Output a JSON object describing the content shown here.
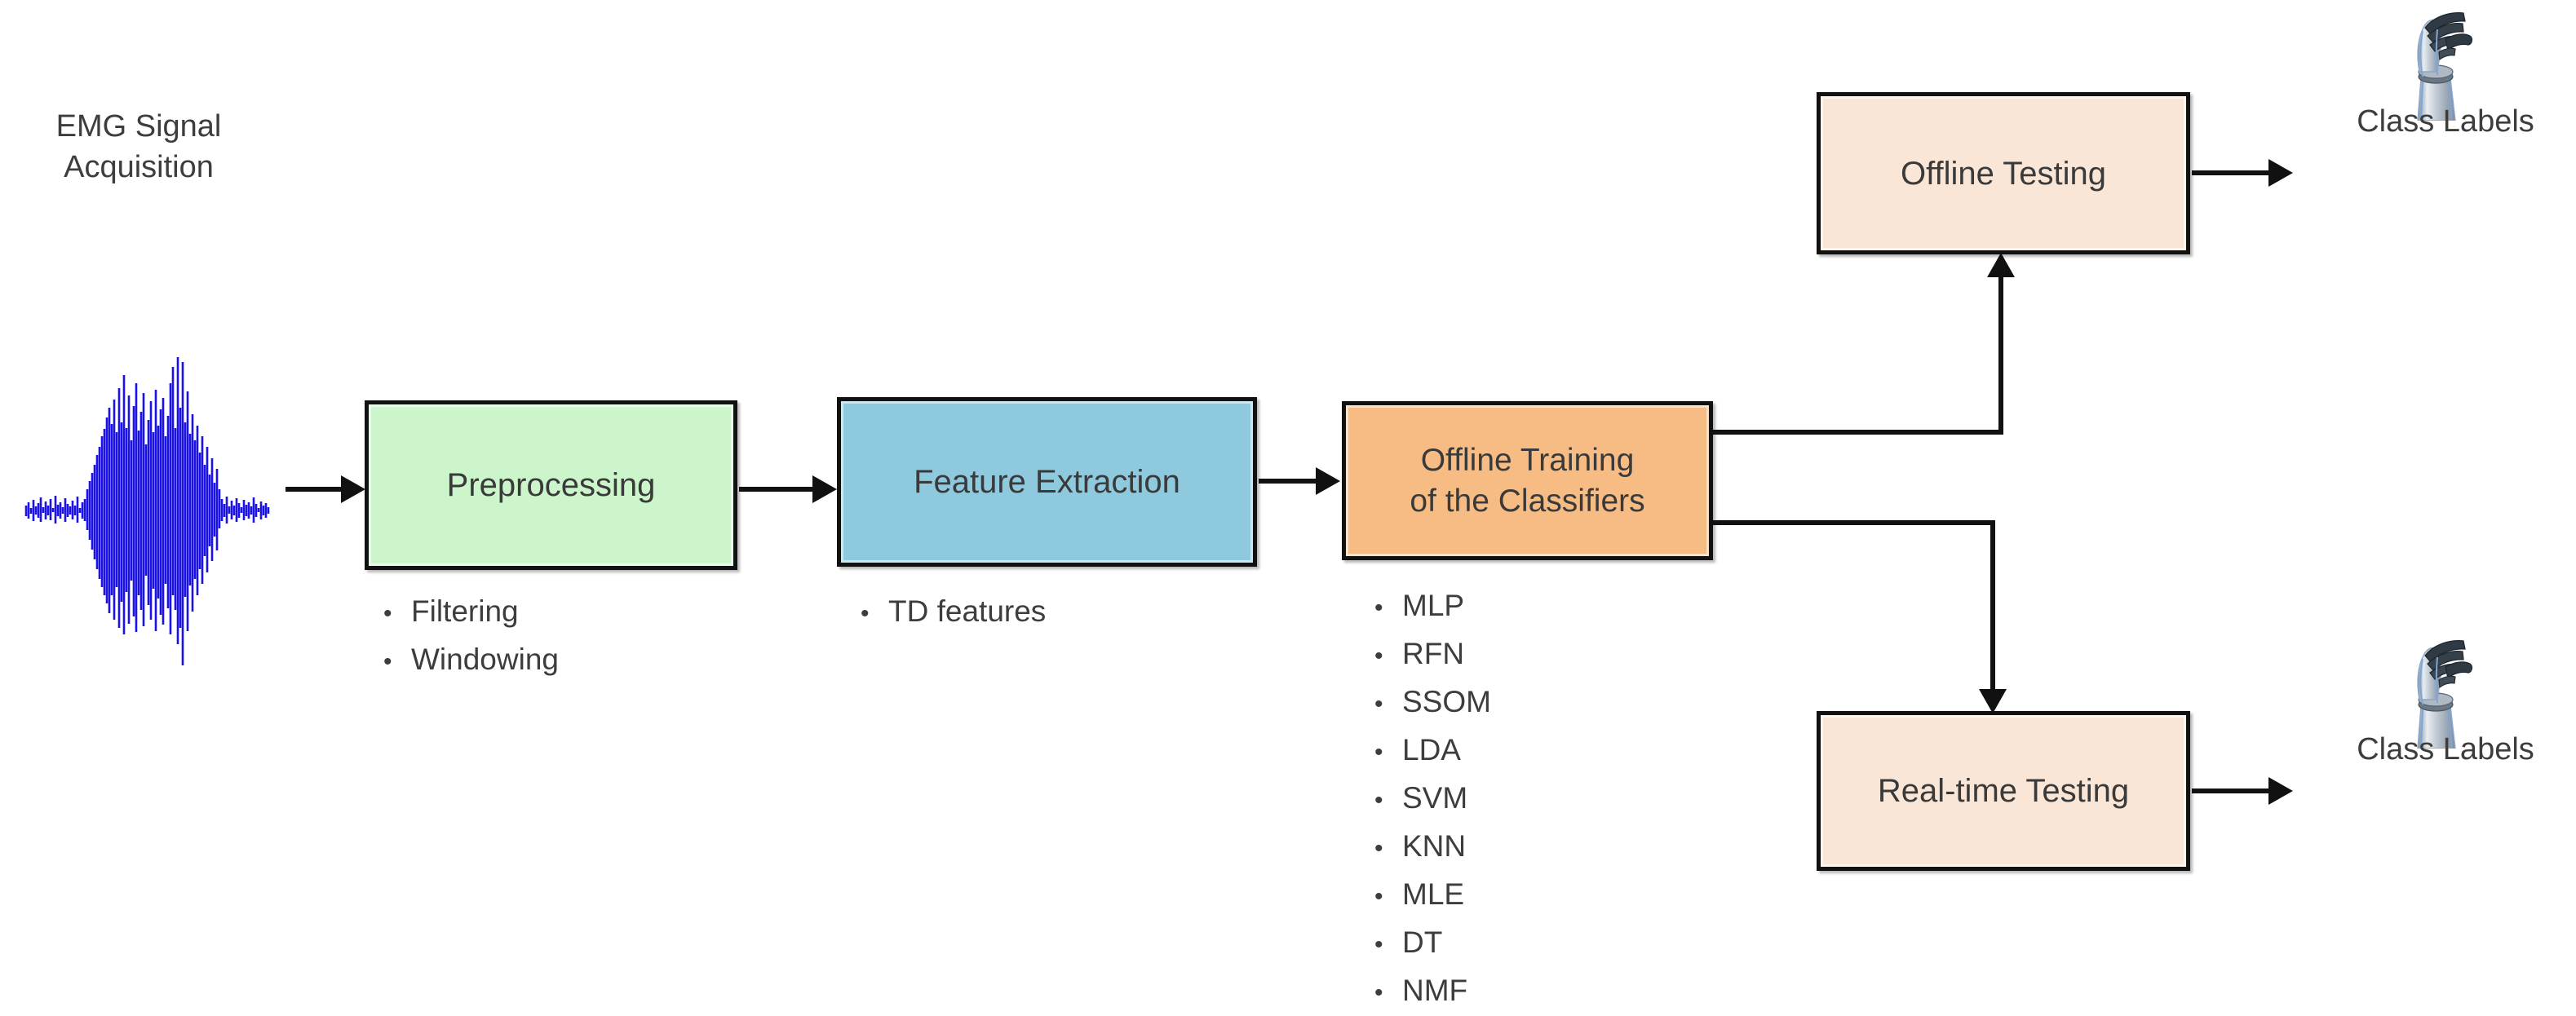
{
  "diagram": {
    "title": "EMG-based prosthetic hand control pipeline",
    "acquisition": {
      "label": "EMG Signal\nAcquisition",
      "signal_name": "emg-waveform",
      "signal_color": "#1a12e6"
    },
    "stages": [
      {
        "id": "preprocessing",
        "label": "Preprocessing",
        "fill": "#ccf5cc",
        "bullets": [
          "Filtering",
          "Windowing"
        ]
      },
      {
        "id": "feature-extraction",
        "label": "Feature Extraction",
        "fill": "#8fc9dd",
        "bullets": [
          "TD features"
        ]
      },
      {
        "id": "offline-training",
        "label": "Offline Training\nof  the Classifiers",
        "fill": "#f7bc84",
        "bullets": [
          "MLP",
          "RFN",
          "SSOM",
          "LDA",
          "SVM",
          "KNN",
          "MLE",
          "DT",
          "NMF"
        ]
      }
    ],
    "testing": [
      {
        "id": "offline-testing",
        "label": "Offline  Testing",
        "fill": "#fae6d6",
        "output_label": "Class Labels",
        "output_icon": "prosthetic-hand-icon"
      },
      {
        "id": "realtime-testing",
        "label": "Real-time  Testing",
        "fill": "#fae6d6",
        "output_label": "Class Labels",
        "output_icon": "prosthetic-hand-icon"
      }
    ],
    "bullet_glyph": "•",
    "connector_color": "#111111"
  }
}
